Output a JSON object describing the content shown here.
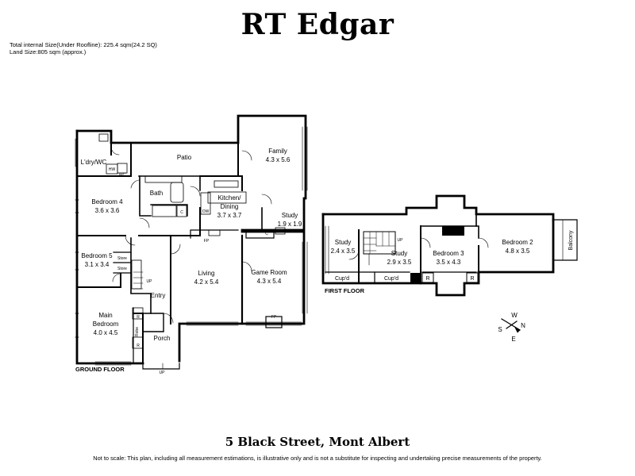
{
  "brand": "RT Edgar",
  "stats": {
    "internal_size": "Total internal Size(Under Roofline): 225.4 sqm(24.2 SQ)",
    "land_size": "Land Size:805 sqm (approx.)"
  },
  "ground_floor": {
    "label": "GROUND FLOOR",
    "rooms": {
      "laundry": {
        "name": "L'dry/WC"
      },
      "patio": {
        "name": "Patio"
      },
      "family": {
        "name": "Family",
        "size": "4.3 x 5.6"
      },
      "bath": {
        "name": "Bath"
      },
      "bedroom4": {
        "name": "Bedroom 4",
        "size": "3.6 x 3.6"
      },
      "kitchen": {
        "name": "Kitchen/",
        "name2": "Dining",
        "size": "3.7 x 3.7"
      },
      "study": {
        "name": "Study",
        "size": "1.9 x 1.9"
      },
      "bedroom5": {
        "name": "Bedroom 5",
        "size": "3.1 x 3.4"
      },
      "living": {
        "name": "Living",
        "size": "4.2 x 5.4"
      },
      "gameroom": {
        "name": "Game Room",
        "size": "4.3 x 5.4"
      },
      "entry": {
        "name": "Entry"
      },
      "main_bedroom": {
        "name": "Main",
        "name2": "Bedroom",
        "size": "4.0 x 4.5"
      },
      "porch": {
        "name": "Porch"
      }
    },
    "fixtures": {
      "hw": "HW",
      "wc": "WC",
      "c1": "C",
      "c2": "C",
      "ow": "OW",
      "fp1": "FP",
      "fp2": "FP",
      "store1": "Store",
      "store2": "Store",
      "robe": "Robe",
      "r1": "R",
      "r2": "R",
      "up1": "UP",
      "up2": "UP"
    }
  },
  "first_floor": {
    "label": "FIRST FLOOR",
    "rooms": {
      "study_a": {
        "name": "Study",
        "size": "2.4 x 3.5"
      },
      "study_b": {
        "name": "Study",
        "size": "2.9 x 3.5"
      },
      "bedroom3": {
        "name": "Bedroom 3",
        "size": "3.5 x 4.3"
      },
      "bedroom2": {
        "name": "Bedroom 2",
        "size": "4.8 x 3.5"
      }
    },
    "fixtures": {
      "cupd1": "Cup'd",
      "cupd2": "Cup'd",
      "r1": "R",
      "r2": "R",
      "balcony": "Balcony",
      "up": "UP"
    }
  },
  "compass": {
    "n": "N",
    "s": "S",
    "e": "E",
    "w": "W"
  },
  "address": "5 Black Street, Mont Albert",
  "disclaimer": "Not to scale: This plan, including all measurement estimations, is illustrative only and is not a substitute for inspecting and  undertaking precise measurements of the property."
}
